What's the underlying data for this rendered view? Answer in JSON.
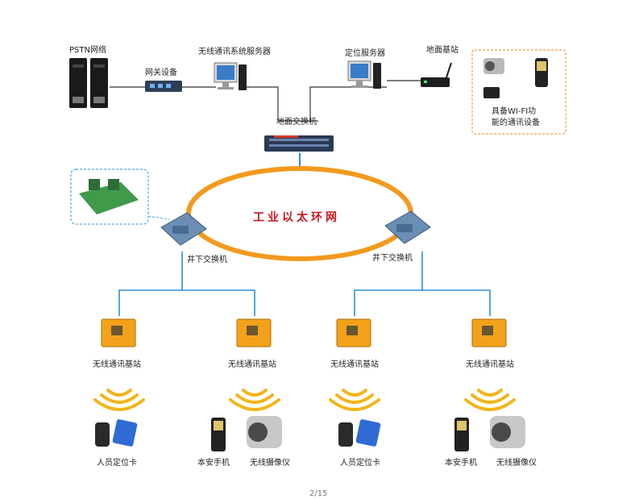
{
  "labels": {
    "pstn": "PSTN网络",
    "gateway": "网关设备",
    "wireless_server": "无线通讯系统服务器",
    "location_server": "定位服务器",
    "ground_station": "地面基站",
    "wifi_device_line1": "具备WI-FI功",
    "wifi_device_line2": "能的通讯设备",
    "ground_switch": "地面交换机",
    "ring": "工业以太环网",
    "underground_switch_left": "井下交换机",
    "underground_switch_right": "井下交换机",
    "base_station_1": "无线通讯基站",
    "base_station_2": "无线通讯基站",
    "base_station_3": "无线通讯基站",
    "base_station_4": "无线通讯基站",
    "locator_card_1": "人员定位卡",
    "phone_1": "本安手机",
    "camera_1": "无线摄像仪",
    "locator_card_2": "人员定位卡",
    "phone_2": "本安手机",
    "camera_2": "无线摄像仪"
  },
  "page_number": "2/15",
  "colors": {
    "ring": "#f39a1e",
    "link": "#2e8fd6",
    "dashed_box": "#f0a04b",
    "dashed_box_left": "#4aa7e0",
    "base_station": "#f2a21a",
    "text_red": "#c8161d"
  }
}
